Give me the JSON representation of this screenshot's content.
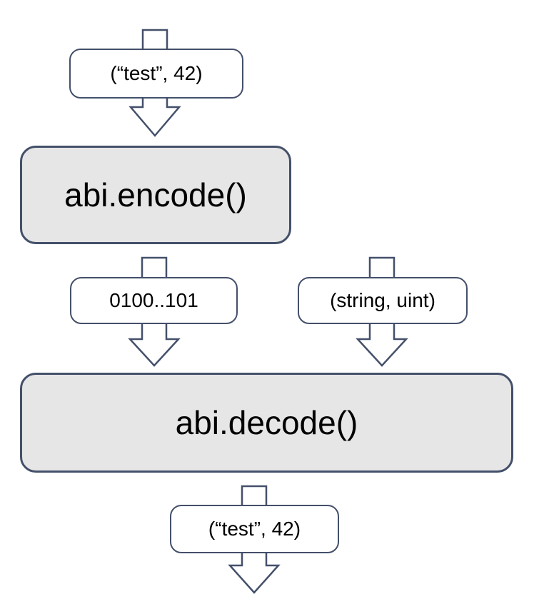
{
  "diagram": {
    "subject": "Solidity ABI encoding and decoding flow",
    "nodes": {
      "input_tuple": {
        "label": "(“test”, 42)",
        "kind": "data-label"
      },
      "abi_encode": {
        "label": "abi.encode()",
        "kind": "process"
      },
      "encoded_bytes": {
        "label": "0100..101",
        "kind": "data-label"
      },
      "types_tuple": {
        "label": "(string, uint)",
        "kind": "data-label"
      },
      "abi_decode": {
        "label": "abi.decode()",
        "kind": "process"
      },
      "output_tuple": {
        "label": "(“test”, 42)",
        "kind": "data-label"
      }
    },
    "edges": [
      {
        "from": "start",
        "to": "input_tuple",
        "via": "down-arrow"
      },
      {
        "from": "input_tuple",
        "to": "abi_encode",
        "via": "down-arrow"
      },
      {
        "from": "abi_encode",
        "to": "encoded_bytes",
        "via": "down-arrow"
      },
      {
        "from": "encoded_bytes",
        "to": "abi_decode",
        "via": "down-arrow"
      },
      {
        "from": "types_tuple",
        "to": "abi_decode",
        "via": "down-arrow"
      },
      {
        "from": "abi_decode",
        "to": "output_tuple",
        "via": "down-arrow"
      },
      {
        "from": "output_tuple",
        "to": "end",
        "via": "down-arrow"
      }
    ],
    "colors": {
      "stroke": "#44506a",
      "process_fill": "#e6e6e6",
      "label_fill": "#ffffff",
      "text": "#000000",
      "background": "#ffffff"
    }
  }
}
